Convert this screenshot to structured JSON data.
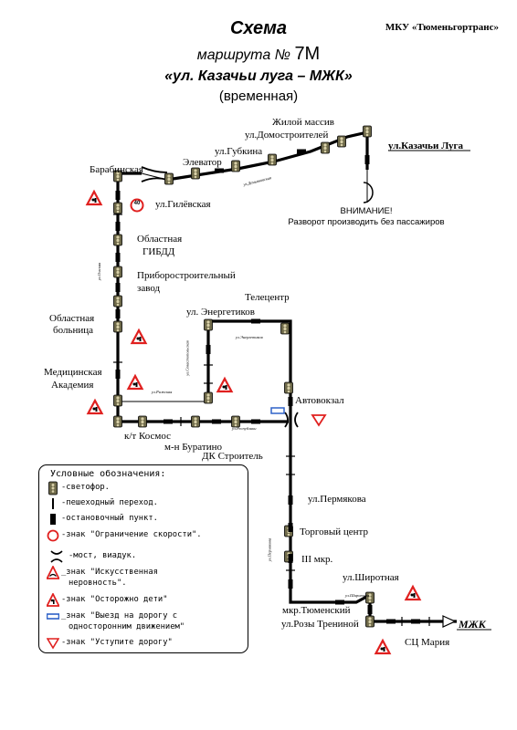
{
  "header": {
    "org": "МКУ «Тюменьгортранс»",
    "title": "Схема",
    "route_prefix": "маршрута №",
    "route_number": "7М",
    "route_name": "«ул. Казачьи луга – МЖК»",
    "status": "(временная)"
  },
  "stops": {
    "zhiloy": "Жилой массив",
    "domostr": "ул.Домостроителей",
    "gubkina": "ул.Губкина",
    "elevator": "Элеватор",
    "barabinskaya": "Барабинская",
    "kazachi": "ул.Казачьи Луга",
    "gilevskaya": "ул.Гилёвская",
    "gibdd_1": "Областная",
    "gibdd_2": "ГИБДД",
    "pribor_1": "Приборостроительный",
    "pribor_2": "завод",
    "bolnitsa_1": "Областная",
    "bolnitsa_2": "больница",
    "akademiya_1": "Медицинская",
    "akademiya_2": "Академия",
    "kosmos": "к/т Космос",
    "buratino": "м-н Буратино",
    "dk": "ДК Строитель",
    "energetikov": "ул. Энергетиков",
    "telecentr": "Телецентр",
    "avtovokzal": "Автовокзал",
    "permyakova": "ул.Пермякова",
    "torg": "Торговый центр",
    "iii": "III мкр.",
    "shirotnaya": "ул.Широтная",
    "tyumensky": "мкр.Тюменский",
    "rozy": "ул.Розы Трениной",
    "sc": "СЦ Мария",
    "mzhk": "МЖК"
  },
  "streets": {
    "demyanovskaya": "ул.Демьяновская",
    "omskaya": "ул.Омская",
    "rizhskaya": "ул.Рижская",
    "sevastopolskaya": "ул.Севастопольская",
    "energetikov_small": "ул.Энергетиков",
    "respubliki": "ул.Республики",
    "permyakova_small": "ул.Пермякова",
    "shirotnaya_small": "ул.Широтная"
  },
  "notice": {
    "title": "ВНИМАНИЕ!",
    "text": "Разворот производить без пассажиров"
  },
  "speed_limit": "40",
  "legend": {
    "title": "Условные обозначения:",
    "items": [
      {
        "icon": "traffic-light",
        "text": "-светофор."
      },
      {
        "icon": "crosswalk",
        "text": "-пешеходный переход."
      },
      {
        "icon": "bus-stop",
        "text": "-остановочный пункт."
      },
      {
        "icon": "speed-limit",
        "text": "-знак \"Ограничение скорости\"."
      },
      {
        "icon": "bridge",
        "text": "-мост, виадук."
      },
      {
        "icon": "bump-sign",
        "text": "_знак \"Искусственная"
      },
      {
        "icon": "",
        "text": "неровность\"."
      },
      {
        "icon": "children-sign",
        "text": "-знак \"Осторожно дети\""
      },
      {
        "icon": "one-way-sign",
        "text": "_знак \"Выезд на дорогу с"
      },
      {
        "icon": "",
        "text": "односторонним движением\""
      },
      {
        "icon": "yield-sign",
        "text": "-знак \"Уступите дорогу\""
      }
    ]
  },
  "colors": {
    "sign_red": "#e0201f",
    "sign_blue": "#2f62c8",
    "traffic_light": "#6f6a4a",
    "route": "#000000"
  }
}
